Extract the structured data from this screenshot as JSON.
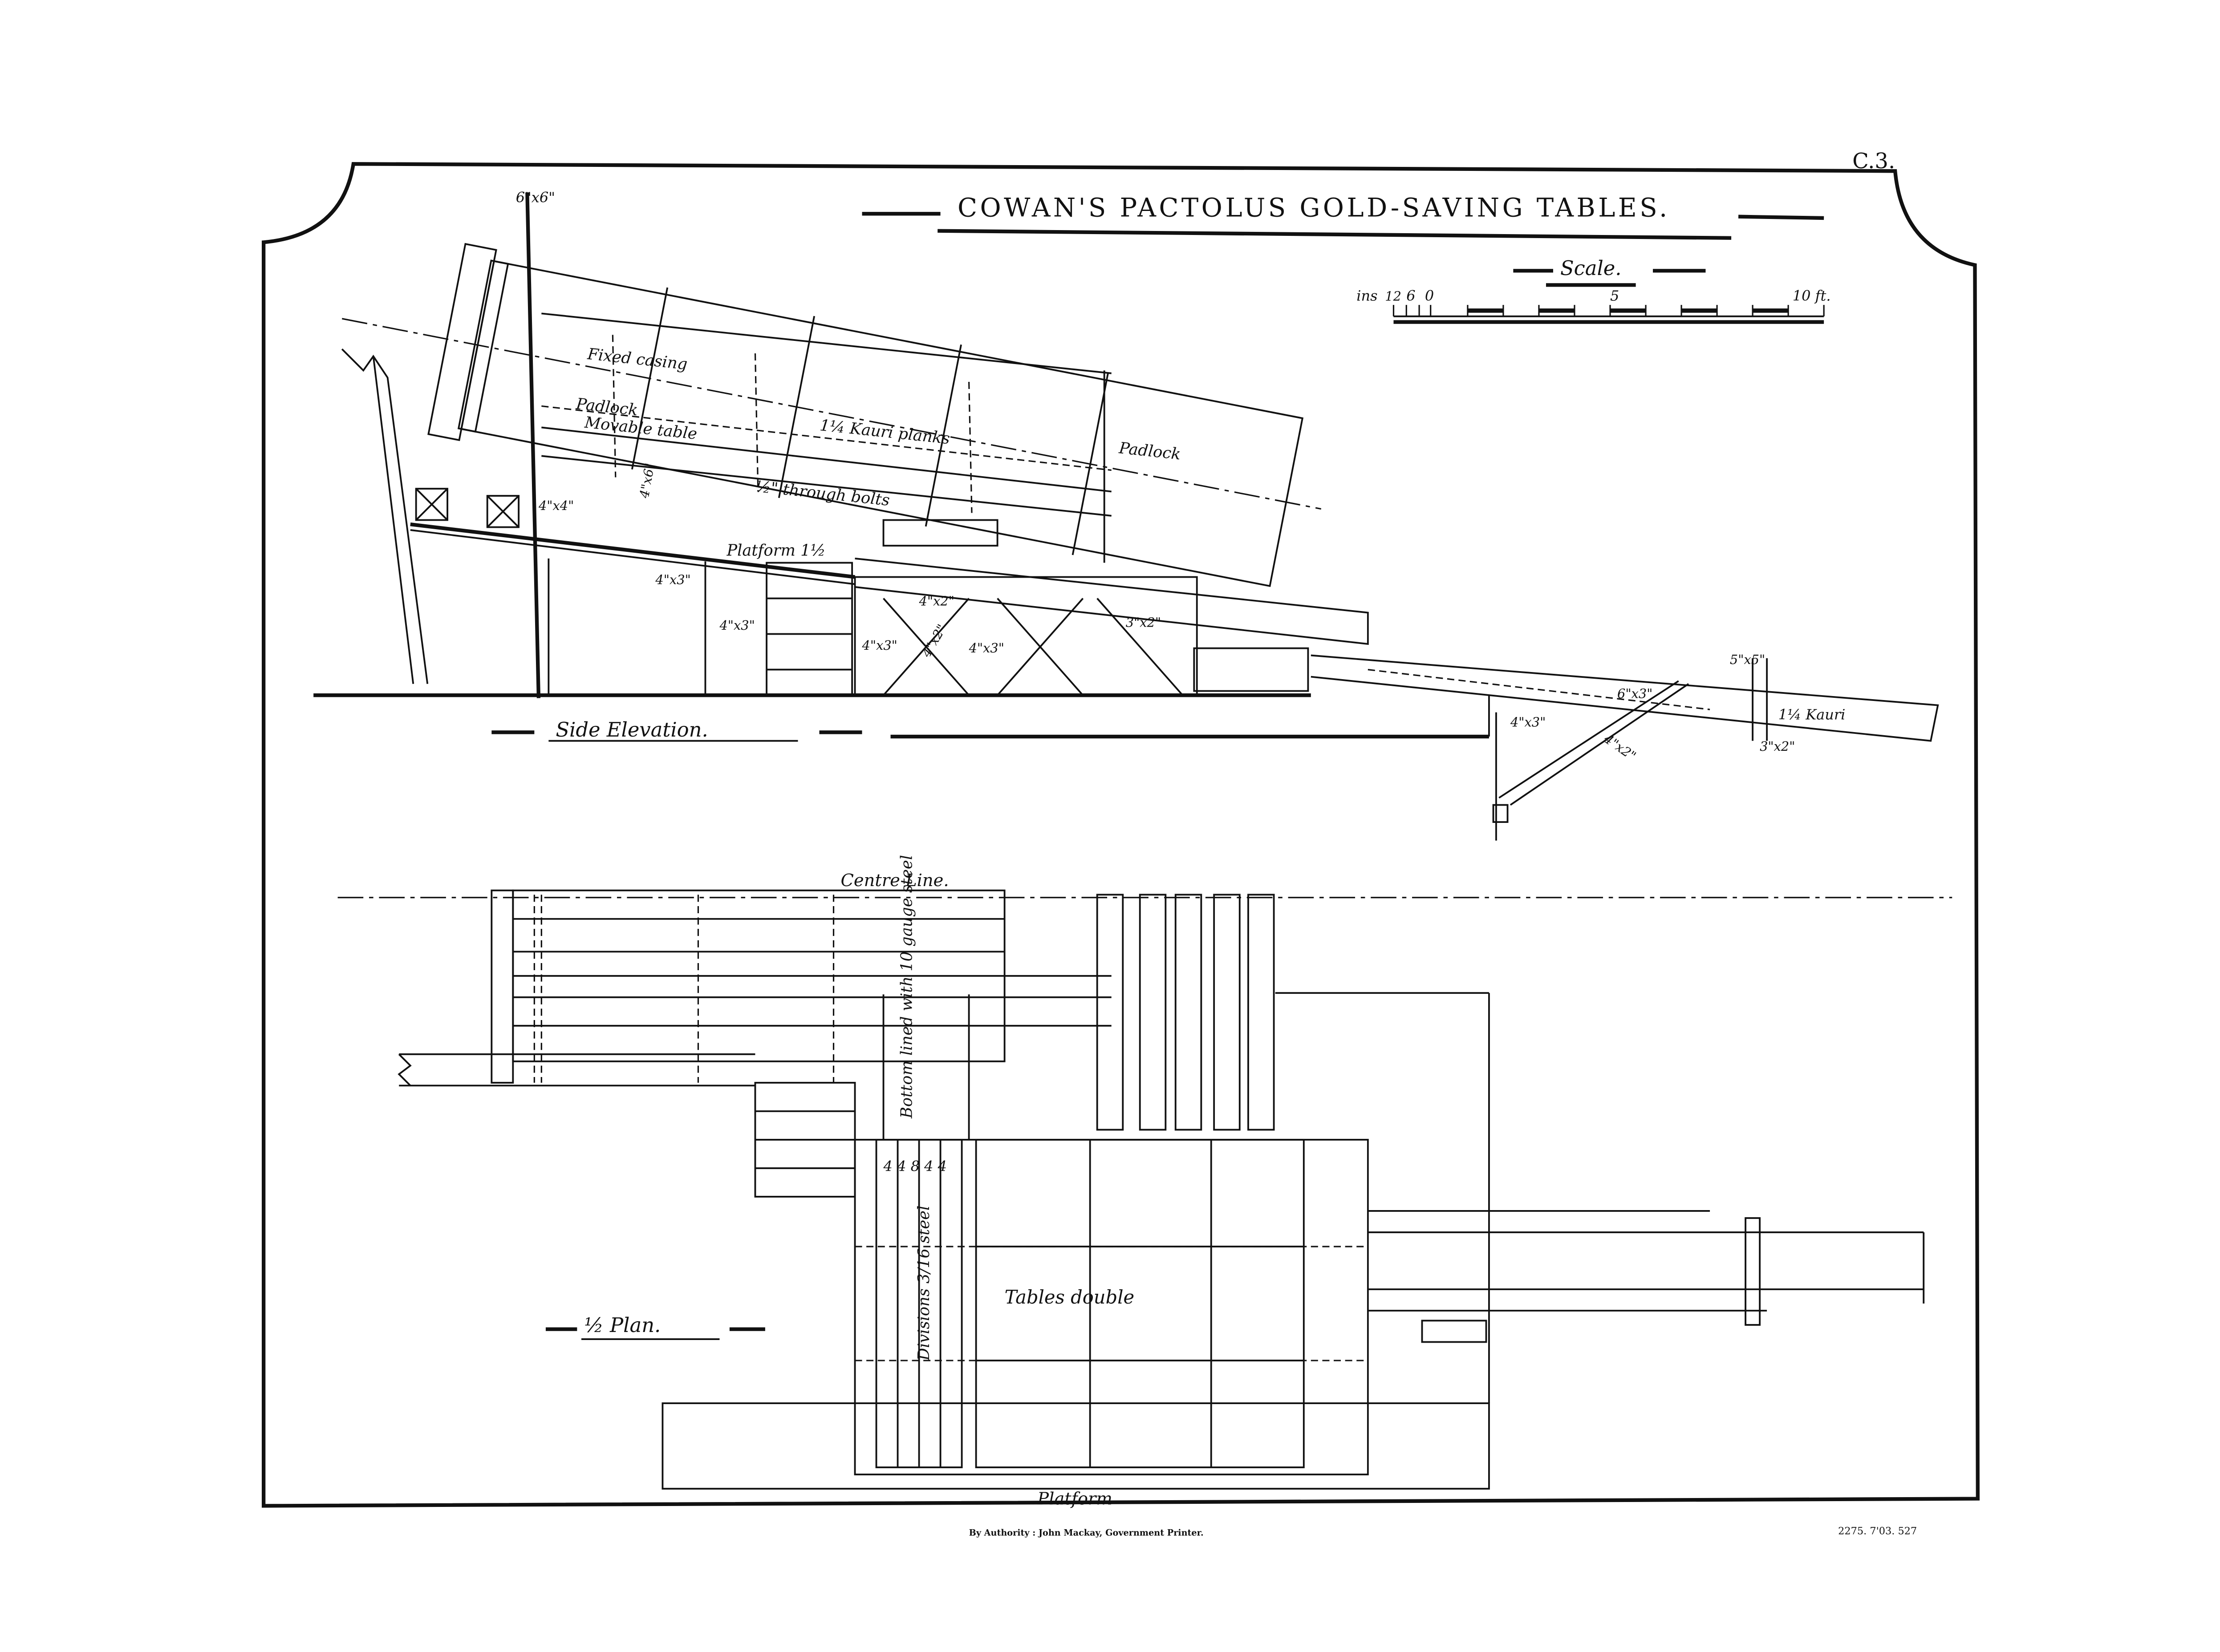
{
  "sheet": {
    "sheet_number": "C.3.",
    "title": "COWAN'S PACTOLUS GOLD-SAVING TABLES.",
    "footer_left": "By Authority : John Mackay, Government Printer.",
    "footer_right": "2275. 7'03. 527"
  },
  "scale": {
    "label": "Scale.",
    "units_left": "ins",
    "ticks": [
      "12",
      "6",
      "0",
      "5",
      "10 ft."
    ]
  },
  "side_elevation": {
    "title": "Side Elevation.",
    "labels": {
      "post": "6\"x6\"",
      "fixed_casing": "Fixed casing",
      "padlock_left": "Padlock",
      "movable_table": "Movable table",
      "kauri_planks": "1¼ Kauri planks",
      "padlock_right": "Padlock",
      "through_bolts": "½\" through bolts",
      "post_4x4": "4\"x4\"",
      "post_4x6": "4\"x6\"",
      "platform": "Platform 1½",
      "beam_4x3_a": "4\"x3\"",
      "beam_4x3_b": "4\"x3\"",
      "beam_4x2_a": "4\"x2\"",
      "beam_4x3_c": "4\"x3\"",
      "beam_4x2_b": "4\"x2\"",
      "beam_4x3_d": "4\"x3\"",
      "beam_3x2_a": "3\"x2\"",
      "post_5x5": "5\"x5\"",
      "beam_6x3": "6\"x3\"",
      "kauri": "1¼ Kauri",
      "beam_4x3_e": "4\"x3\"",
      "strut_4x2": "4\"x2\"",
      "beam_3x2_b": "3\"x2\""
    }
  },
  "plan": {
    "title": "½ Plan.",
    "centre_line": "Centre Line.",
    "bottom_lining": "Bottom lined with 10 gauge steel",
    "divisions": "Divisions 3/16 steel",
    "division_widths": "4 4 8 4 4",
    "tables_double": "Tables double",
    "platform": "Platform"
  }
}
